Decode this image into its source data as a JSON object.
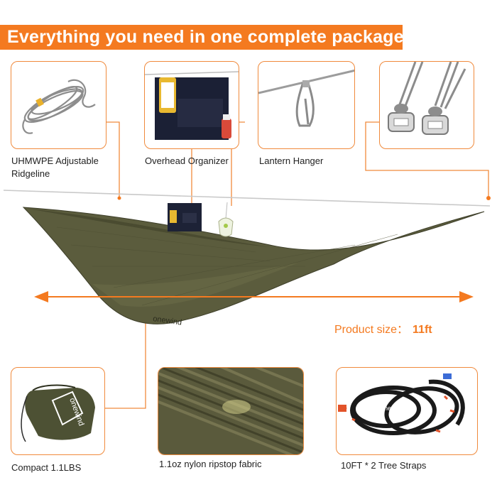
{
  "banner": {
    "title": "Everything you need in one complete package"
  },
  "features_top": [
    {
      "name": "ridgeline",
      "label_line1": "UHMWPE Adjustable",
      "label_line2": "Ridgeline"
    },
    {
      "name": "organizer",
      "label_line1": "Overhead Organizer"
    },
    {
      "name": "lantern",
      "label_line1": "Lantern Hanger"
    },
    {
      "name": "buckles"
    }
  ],
  "features_bottom": [
    {
      "name": "compact",
      "label": "Compact 1.1LBS",
      "bag_text": "onewind"
    },
    {
      "name": "fabric",
      "label": "1.1oz nylon ripstop fabric"
    },
    {
      "name": "straps",
      "label": "10FT * 2 Tree Straps",
      "brand": "onewind"
    }
  ],
  "product_size": {
    "label": "Product size：",
    "value": "11ft"
  },
  "hammock": {
    "brand": "onewind"
  },
  "colors": {
    "accent": "#f47a20",
    "hammock": "#5a5a3a",
    "hammock_dark": "#3e3f2a"
  }
}
